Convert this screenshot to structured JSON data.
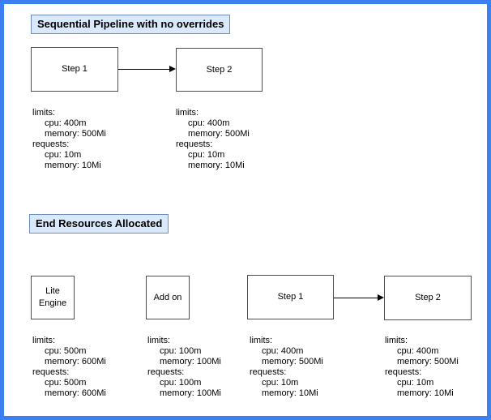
{
  "canvas": {
    "border_color": "#3b7ff0",
    "background": "#ffffff",
    "title_box_fill": "#dae8fc",
    "title_box_border": "#6c8ebf",
    "node_box_border": "#4d4d4d"
  },
  "sections": [
    {
      "title": "Sequential Pipeline with no overrides",
      "nodes": [
        {
          "label": "Step 1",
          "resources": {
            "limits_label": "limits:",
            "limits_cpu": "cpu: 400m",
            "limits_memory": "memory: 500Mi",
            "requests_label": "requests:",
            "requests_cpu": "cpu: 10m",
            "requests_memory": "memory: 10Mi"
          }
        },
        {
          "label": "Step 2",
          "resources": {
            "limits_label": "limits:",
            "limits_cpu": "cpu: 400m",
            "limits_memory": "memory: 500Mi",
            "requests_label": "requests:",
            "requests_cpu": "cpu: 10m",
            "requests_memory": "memory: 10Mi"
          }
        }
      ]
    },
    {
      "title": "End Resources Allocated",
      "nodes": [
        {
          "label": "Lite Engine",
          "resources": {
            "limits_label": "limits:",
            "limits_cpu": "cpu: 500m",
            "limits_memory": "memory: 600Mi",
            "requests_label": "requests:",
            "requests_cpu": "cpu: 500m",
            "requests_memory": "memory: 600Mi"
          }
        },
        {
          "label": "Add on",
          "resources": {
            "limits_label": "limits:",
            "limits_cpu": "cpu: 100m",
            "limits_memory": "memory: 100Mi",
            "requests_label": "requests:",
            "requests_cpu": "cpu: 100m",
            "requests_memory": "memory: 100Mi"
          }
        },
        {
          "label": "Step 1",
          "resources": {
            "limits_label": "limits:",
            "limits_cpu": "cpu: 400m",
            "limits_memory": "memory: 500Mi",
            "requests_label": "requests:",
            "requests_cpu": "cpu: 10m",
            "requests_memory": "memory: 10Mi"
          }
        },
        {
          "label": "Step 2",
          "resources": {
            "limits_label": "limits:",
            "limits_cpu": "cpu: 400m",
            "limits_memory": "memory: 500Mi",
            "requests_label": "requests:",
            "requests_cpu": "cpu: 10m",
            "requests_memory": "memory: 10Mi"
          }
        }
      ]
    }
  ]
}
